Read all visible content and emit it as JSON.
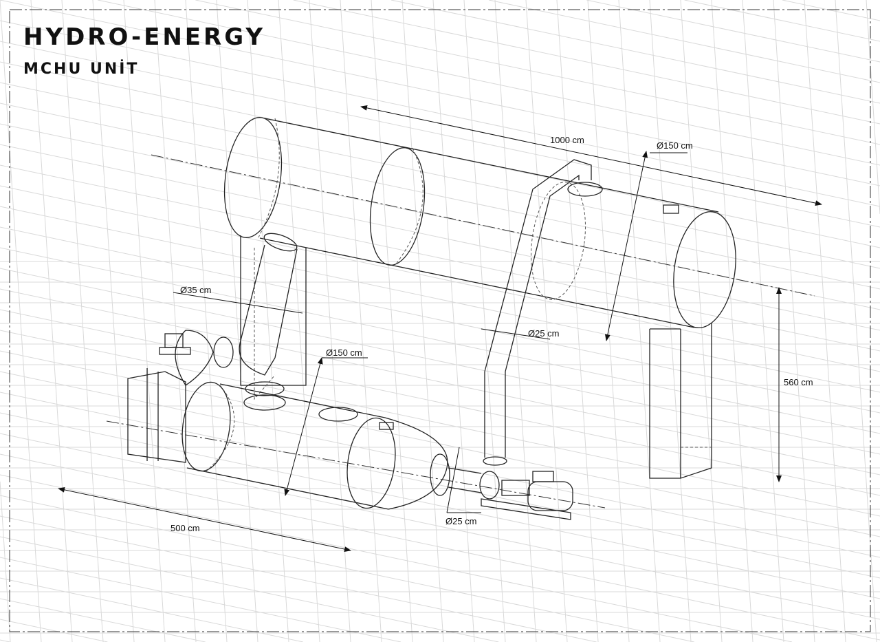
{
  "title": {
    "main": "HYDRO-ENERGY",
    "sub": "MCHU UNİT"
  },
  "dimensions": {
    "top_tank_length": "1000 cm",
    "top_tank_diameter": "Ø150 cm",
    "inlet_pipe_diameter": "Ø35 cm",
    "riser_pipe_diameter": "Ø25 cm",
    "lower_tank_diameter": "Ø150 cm",
    "support_height": "560 cm",
    "lower_tank_length": "500 cm",
    "pump_pipe_diameter": "Ø25 cm"
  }
}
